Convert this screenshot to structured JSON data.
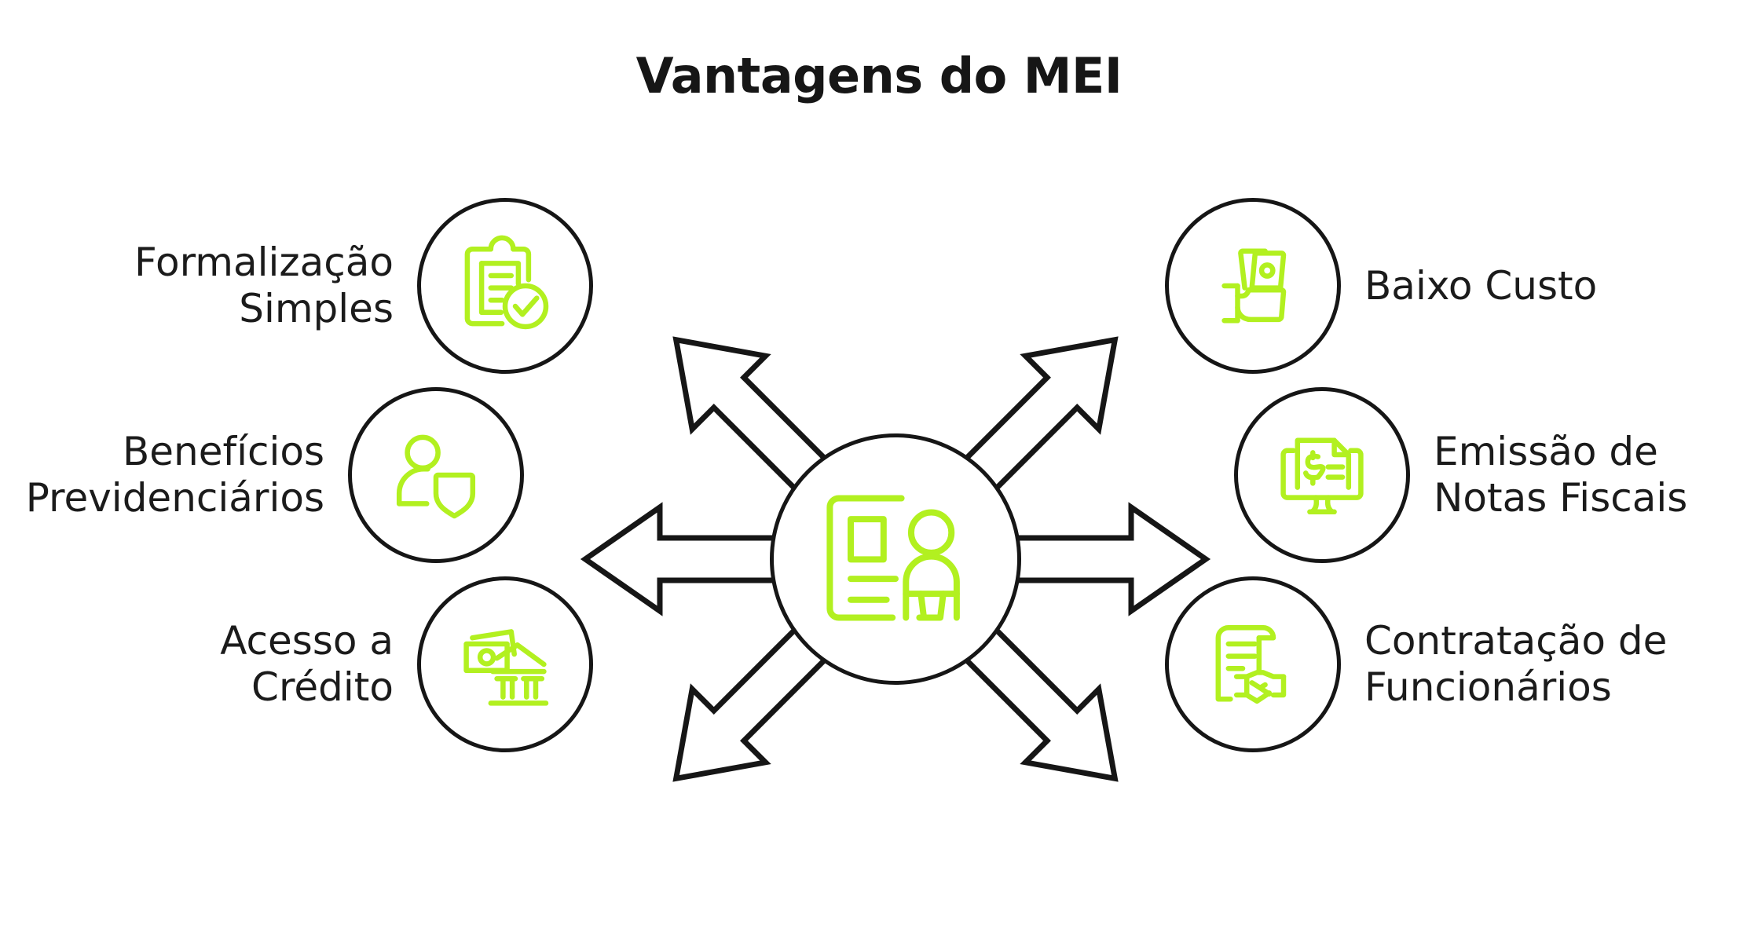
{
  "title": "Vantagens do MEI",
  "colors": {
    "accent_green": "#b2f020",
    "outline_dark": "#161616",
    "text_dark": "#1b1b1b",
    "background": "#ffffff"
  },
  "center": {
    "icon": "business-registration-icon",
    "label": ""
  },
  "nodes": [
    {
      "id": "formalizacao",
      "label": "Formalização\nSimples",
      "icon": "clipboard-check-icon",
      "side": "left",
      "position": "top"
    },
    {
      "id": "beneficios",
      "label": "Benefícios\nPrevidenciários",
      "icon": "person-shield-icon",
      "side": "left",
      "position": "middle"
    },
    {
      "id": "credito",
      "label": "Acesso a\nCrédito",
      "icon": "money-bank-icon",
      "side": "left",
      "position": "bottom"
    },
    {
      "id": "baixo-custo",
      "label": "Baixo Custo",
      "icon": "hand-money-icon",
      "side": "right",
      "position": "top"
    },
    {
      "id": "emissao",
      "label": "Emissão de\nNotas Fiscais",
      "icon": "monitor-invoice-icon",
      "side": "right",
      "position": "middle"
    },
    {
      "id": "contratacao",
      "label": "Contratação de\nFuncionários",
      "icon": "contract-handshake-icon",
      "side": "right",
      "position": "bottom"
    }
  ],
  "arrows": {
    "count": 6,
    "directions": [
      "up-left",
      "up-right",
      "left",
      "right",
      "down-left",
      "down-right"
    ],
    "style": "outlined-hollow"
  }
}
